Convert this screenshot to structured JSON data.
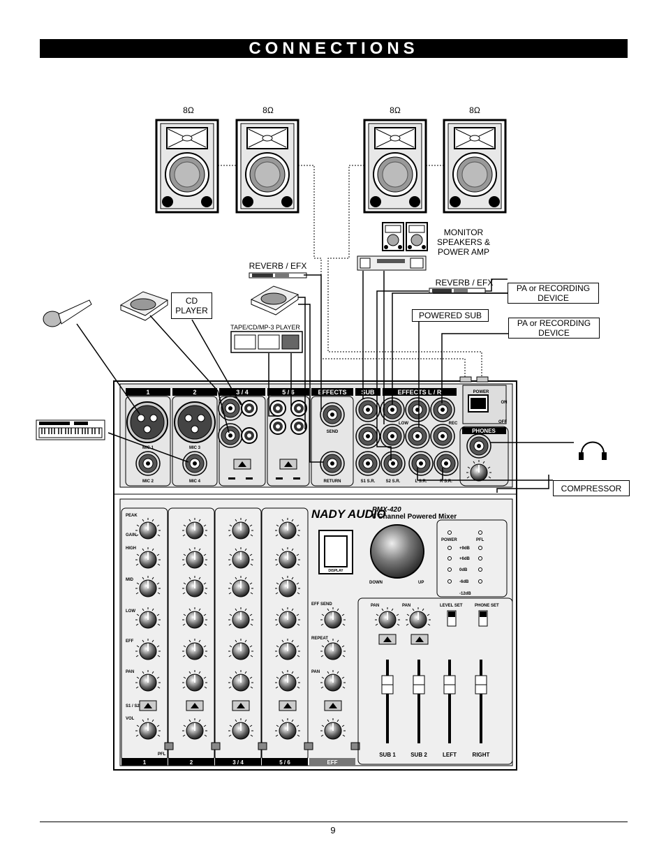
{
  "title": "CONNECTIONS",
  "page_number": "9",
  "impedance_label": "8Ω",
  "labels": {
    "monitor": "MONITOR SPEAKERS & POWER AMP",
    "reverb_left": "REVERB / EFX",
    "reverb_right": "REVERB / EFX",
    "tape_player": "TAPE/CD/MP-3 PLAYER",
    "cd_player": "CD PLAYER",
    "pa_device_1": "PA or RECORDING DEVICE",
    "pa_device_2": "PA or RECORDING DEVICE",
    "powered_sub": "POWERED SUB",
    "compressor": "COMPRESSOR"
  },
  "mixer": {
    "brand": "NADY AUDIO",
    "model": "PMX-420",
    "description": "6 Channel Powered Mixer",
    "input_headers": [
      "1",
      "2",
      "3 / 4",
      "5 / 6",
      "EFFECTS",
      "SUB",
      "EFFECTS L / R"
    ],
    "jacks": [
      "MIC 1",
      "MIC 3",
      "MIC 2",
      "MIC 4",
      "SEND",
      "RETURN",
      "S1 S.R.",
      "S2 S.R.",
      "L S.R.",
      "R S.R.",
      "LOW",
      "REC"
    ],
    "power": "POWER",
    "on": "ON",
    "off": "OFF",
    "phones": "PHONES",
    "display": "DISPLAY",
    "down": "DOWN",
    "up": "UP",
    "strip_labels": [
      "PEAK",
      "GAIN",
      "HIGH",
      "MID",
      "LOW",
      "EFF",
      "PAN",
      "S1 / S2",
      "VOL",
      "PFL"
    ],
    "channel_footers": [
      "1",
      "2",
      "3 / 4",
      "5 / 6",
      "EFF"
    ],
    "eff_section": [
      "EFF SEND",
      "REPEAT",
      "PAN"
    ],
    "meter": [
      "POWER",
      "PFL",
      "+9dB",
      "+6dB",
      "0dB",
      "-6dB",
      "-12dB"
    ],
    "level_set": "LEVEL SET",
    "phone_set": "PHONE SET",
    "fader_labels": [
      "SUB 1",
      "SUB 2",
      "LEFT",
      "RIGHT"
    ],
    "pan_label": "PAN"
  }
}
